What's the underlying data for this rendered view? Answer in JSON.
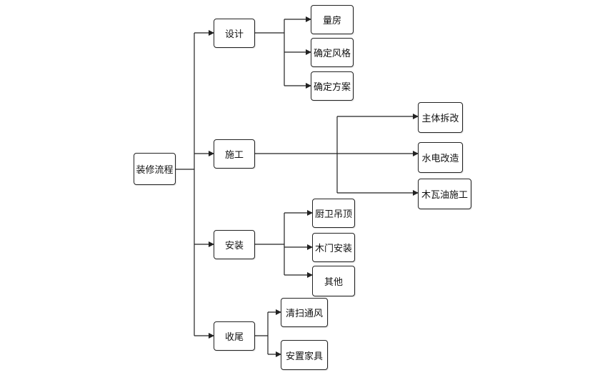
{
  "root": {
    "label": "装修流程"
  },
  "branches": [
    {
      "label": "设计",
      "children": [
        "量房",
        "确定风格",
        "确定方案"
      ]
    },
    {
      "label": "施工",
      "children": [
        "主体拆改",
        "水电改造",
        "木瓦油施工"
      ]
    },
    {
      "label": "安装",
      "children": [
        "厨卫吊顶",
        "木门安装",
        "其他"
      ]
    },
    {
      "label": "收尾",
      "children": [
        "清扫通风",
        "安置家具"
      ]
    }
  ],
  "colors": {
    "line": "#222222",
    "border": "#222222",
    "background": "#ffffff"
  }
}
